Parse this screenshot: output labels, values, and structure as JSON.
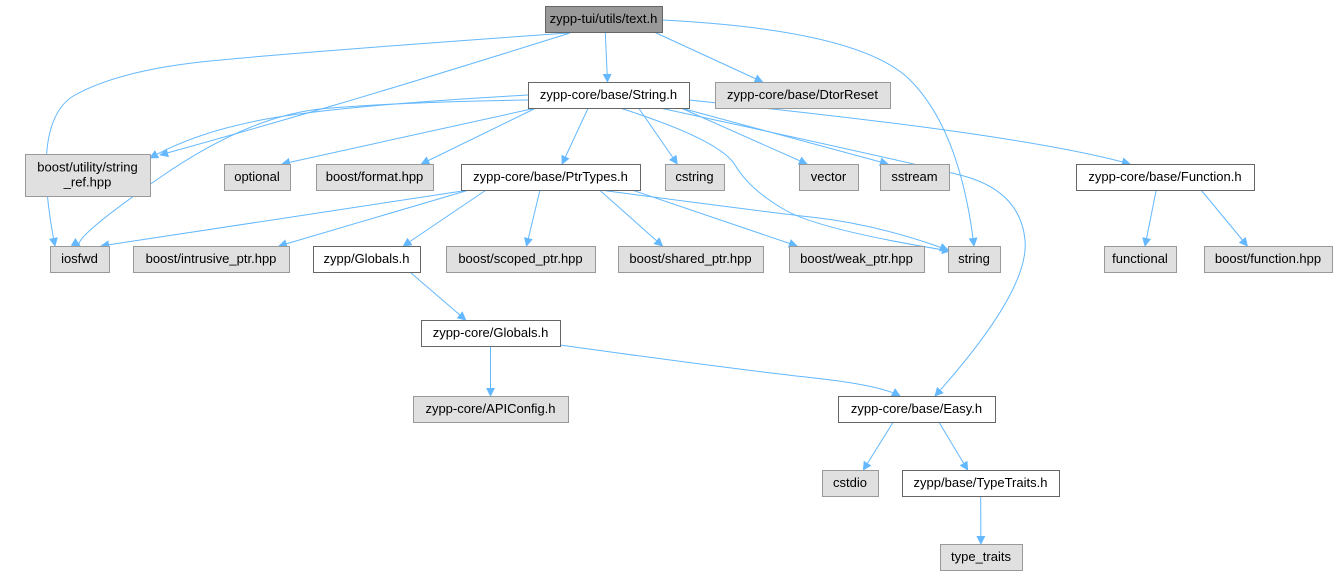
{
  "colors": {
    "root_fill": "#999999",
    "doc_fill": "#ffffff",
    "ext_fill": "#e0e0e0",
    "border_dark": "#666666",
    "border_ext": "#999999",
    "edge": "#63b8ff"
  },
  "nodes": [
    {
      "id": "text_h",
      "lines": [
        "zypp-tui/utils/text.h"
      ],
      "kind": "root"
    },
    {
      "id": "string_h",
      "lines": [
        "zypp-core/base/String.h"
      ],
      "kind": "doc"
    },
    {
      "id": "dtorreset",
      "lines": [
        "zypp-core/base/DtorReset"
      ],
      "kind": "ext"
    },
    {
      "id": "string_ref",
      "lines": [
        "boost/utility/string",
        "_ref.hpp"
      ],
      "kind": "ext"
    },
    {
      "id": "optional",
      "lines": [
        "optional"
      ],
      "kind": "ext"
    },
    {
      "id": "boost_format",
      "lines": [
        "boost/format.hpp"
      ],
      "kind": "ext"
    },
    {
      "id": "ptrtypes_h",
      "lines": [
        "zypp-core/base/PtrTypes.h"
      ],
      "kind": "doc"
    },
    {
      "id": "cstring",
      "lines": [
        "cstring"
      ],
      "kind": "ext"
    },
    {
      "id": "vector",
      "lines": [
        "vector"
      ],
      "kind": "ext"
    },
    {
      "id": "sstream",
      "lines": [
        "sstream"
      ],
      "kind": "ext"
    },
    {
      "id": "function_h",
      "lines": [
        "zypp-core/base/Function.h"
      ],
      "kind": "doc"
    },
    {
      "id": "iosfwd",
      "lines": [
        "iosfwd"
      ],
      "kind": "ext"
    },
    {
      "id": "intrusive_ptr",
      "lines": [
        "boost/intrusive_ptr.hpp"
      ],
      "kind": "ext"
    },
    {
      "id": "zypp_globals",
      "lines": [
        "zypp/Globals.h"
      ],
      "kind": "doc"
    },
    {
      "id": "scoped_ptr",
      "lines": [
        "boost/scoped_ptr.hpp"
      ],
      "kind": "ext"
    },
    {
      "id": "shared_ptr",
      "lines": [
        "boost/shared_ptr.hpp"
      ],
      "kind": "ext"
    },
    {
      "id": "weak_ptr",
      "lines": [
        "boost/weak_ptr.hpp"
      ],
      "kind": "ext"
    },
    {
      "id": "string",
      "lines": [
        "string"
      ],
      "kind": "ext"
    },
    {
      "id": "functional",
      "lines": [
        "functional"
      ],
      "kind": "ext"
    },
    {
      "id": "boost_function",
      "lines": [
        "boost/function.hpp"
      ],
      "kind": "ext"
    },
    {
      "id": "core_globals",
      "lines": [
        "zypp-core/Globals.h"
      ],
      "kind": "doc"
    },
    {
      "id": "apiconfig",
      "lines": [
        "zypp-core/APIConfig.h"
      ],
      "kind": "ext"
    },
    {
      "id": "easy_h",
      "lines": [
        "zypp-core/base/Easy.h"
      ],
      "kind": "doc"
    },
    {
      "id": "cstdio",
      "lines": [
        "cstdio"
      ],
      "kind": "ext"
    },
    {
      "id": "typetraits_h",
      "lines": [
        "zypp/base/TypeTraits.h"
      ],
      "kind": "doc"
    },
    {
      "id": "type_traits",
      "lines": [
        "type_traits"
      ],
      "kind": "ext"
    }
  ],
  "edges": [
    [
      "text_h",
      "string_h"
    ],
    [
      "text_h",
      "dtorreset"
    ],
    [
      "text_h",
      "iosfwd"
    ],
    [
      "text_h",
      "string_ref"
    ],
    [
      "text_h",
      "string"
    ],
    [
      "string_h",
      "string_ref"
    ],
    [
      "string_h",
      "optional"
    ],
    [
      "string_h",
      "boost_format"
    ],
    [
      "string_h",
      "ptrtypes_h"
    ],
    [
      "string_h",
      "cstring"
    ],
    [
      "string_h",
      "vector"
    ],
    [
      "string_h",
      "sstream"
    ],
    [
      "string_h",
      "function_h"
    ],
    [
      "string_h",
      "iosfwd"
    ],
    [
      "string_h",
      "string"
    ],
    [
      "string_h",
      "easy_h"
    ],
    [
      "ptrtypes_h",
      "iosfwd"
    ],
    [
      "ptrtypes_h",
      "intrusive_ptr"
    ],
    [
      "ptrtypes_h",
      "zypp_globals"
    ],
    [
      "ptrtypes_h",
      "scoped_ptr"
    ],
    [
      "ptrtypes_h",
      "shared_ptr"
    ],
    [
      "ptrtypes_h",
      "weak_ptr"
    ],
    [
      "ptrtypes_h",
      "string"
    ],
    [
      "function_h",
      "functional"
    ],
    [
      "function_h",
      "boost_function"
    ],
    [
      "zypp_globals",
      "core_globals"
    ],
    [
      "core_globals",
      "apiconfig"
    ],
    [
      "core_globals",
      "easy_h"
    ],
    [
      "easy_h",
      "cstdio"
    ],
    [
      "easy_h",
      "typetraits_h"
    ],
    [
      "typetraits_h",
      "type_traits"
    ]
  ]
}
